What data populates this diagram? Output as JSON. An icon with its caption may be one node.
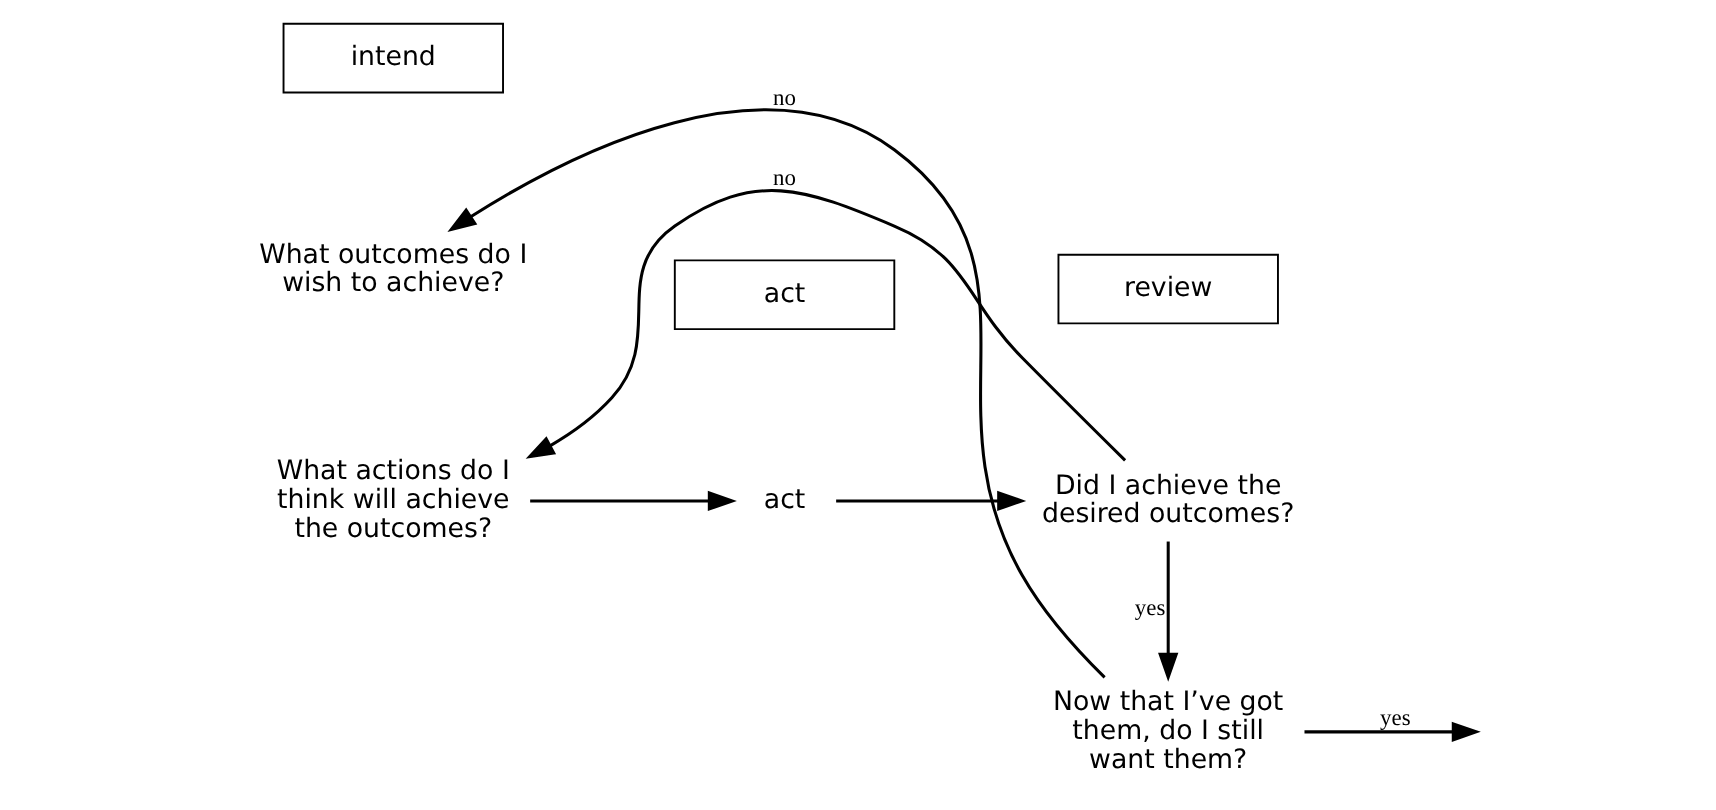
{
  "diagram": {
    "nodes": [
      {
        "text": [
          "intend"
        ]
      },
      {
        "text": [
          "act"
        ]
      },
      {
        "text": [
          "review"
        ]
      },
      {
        "text": [
          "What outcomes do I wish to achieve?"
        ]
      },
      {
        "text": [
          "What actions do I think will achieve the outcomes?"
        ]
      },
      {
        "text": [
          "act"
        ]
      },
      {
        "text": [
          "Did I achieve the desired outcomes?"
        ]
      },
      {
        "text": [
          "Now that I’ve got them, do I still want them?"
        ]
      }
    ],
    "edges": [
      {
        "from": 4,
        "to": 5,
        "arrow": "to"
      },
      {
        "from": 5,
        "to": 6,
        "arrow": "to"
      },
      {
        "from": 6,
        "to": 7,
        "label": "yes",
        "arrow": "to"
      },
      {
        "from": 7,
        "to": null,
        "label": "yes",
        "arrow": "to"
      },
      {
        "from": 6,
        "to": 4,
        "label": "no",
        "arrow": "to"
      },
      {
        "from": 7,
        "to": 3,
        "label": "no",
        "arrow": "to"
      }
    ]
  }
}
